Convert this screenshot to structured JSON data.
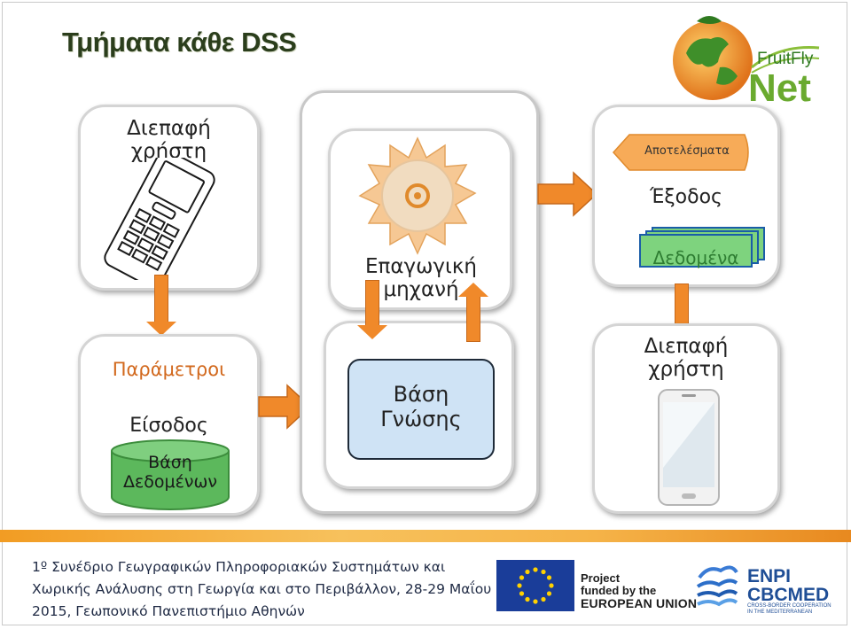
{
  "title": "Τμήματα κάθε DSS",
  "logo": {
    "text1": "FruitFly",
    "text2": "Net"
  },
  "nodes": {
    "user_interface_top": [
      "Διεπαφή",
      "χρήστη"
    ],
    "parameters": "Παράμετροι",
    "input": "Είσοδος",
    "database": [
      "Βάση",
      "Δεδομένων"
    ],
    "inference_engine": [
      "Επαγωγική",
      "μηχανή"
    ],
    "knowledge_base": [
      "Βάση",
      "Γνώσης"
    ],
    "results": "Αποτελέσματα",
    "output": "Έξοδος",
    "data": "Δεδομένα",
    "user_interface_bottom": [
      "Διεπαφή",
      "χρήστη"
    ]
  },
  "footer": {
    "lines": [
      "1º Συνέδριο Γεωγραφικών Πληροφοριακών Συστημάτων και",
      "Χωρικής Ανάλυσης στη Γεωργία και στο Περιβάλλον, 28-29 Μαΐου",
      "2015, Γεωπονικό Πανεπιστήμιο Αθηνών"
    ],
    "eu": [
      "Project",
      "funded by the",
      "EUROPEAN UNION"
    ],
    "enpi": [
      "ENPI",
      "CBCMED"
    ],
    "enpi_sub": [
      "CROSS-BORDER COOPERATION",
      "IN THE MEDITERRANEAN"
    ]
  },
  "colors": {
    "arrow": "#f0892a",
    "parameters": "#d2691e",
    "data_green": "#2e7d32",
    "kb_fill": "#cfe3f5",
    "db_fill": "#5cb85c"
  }
}
